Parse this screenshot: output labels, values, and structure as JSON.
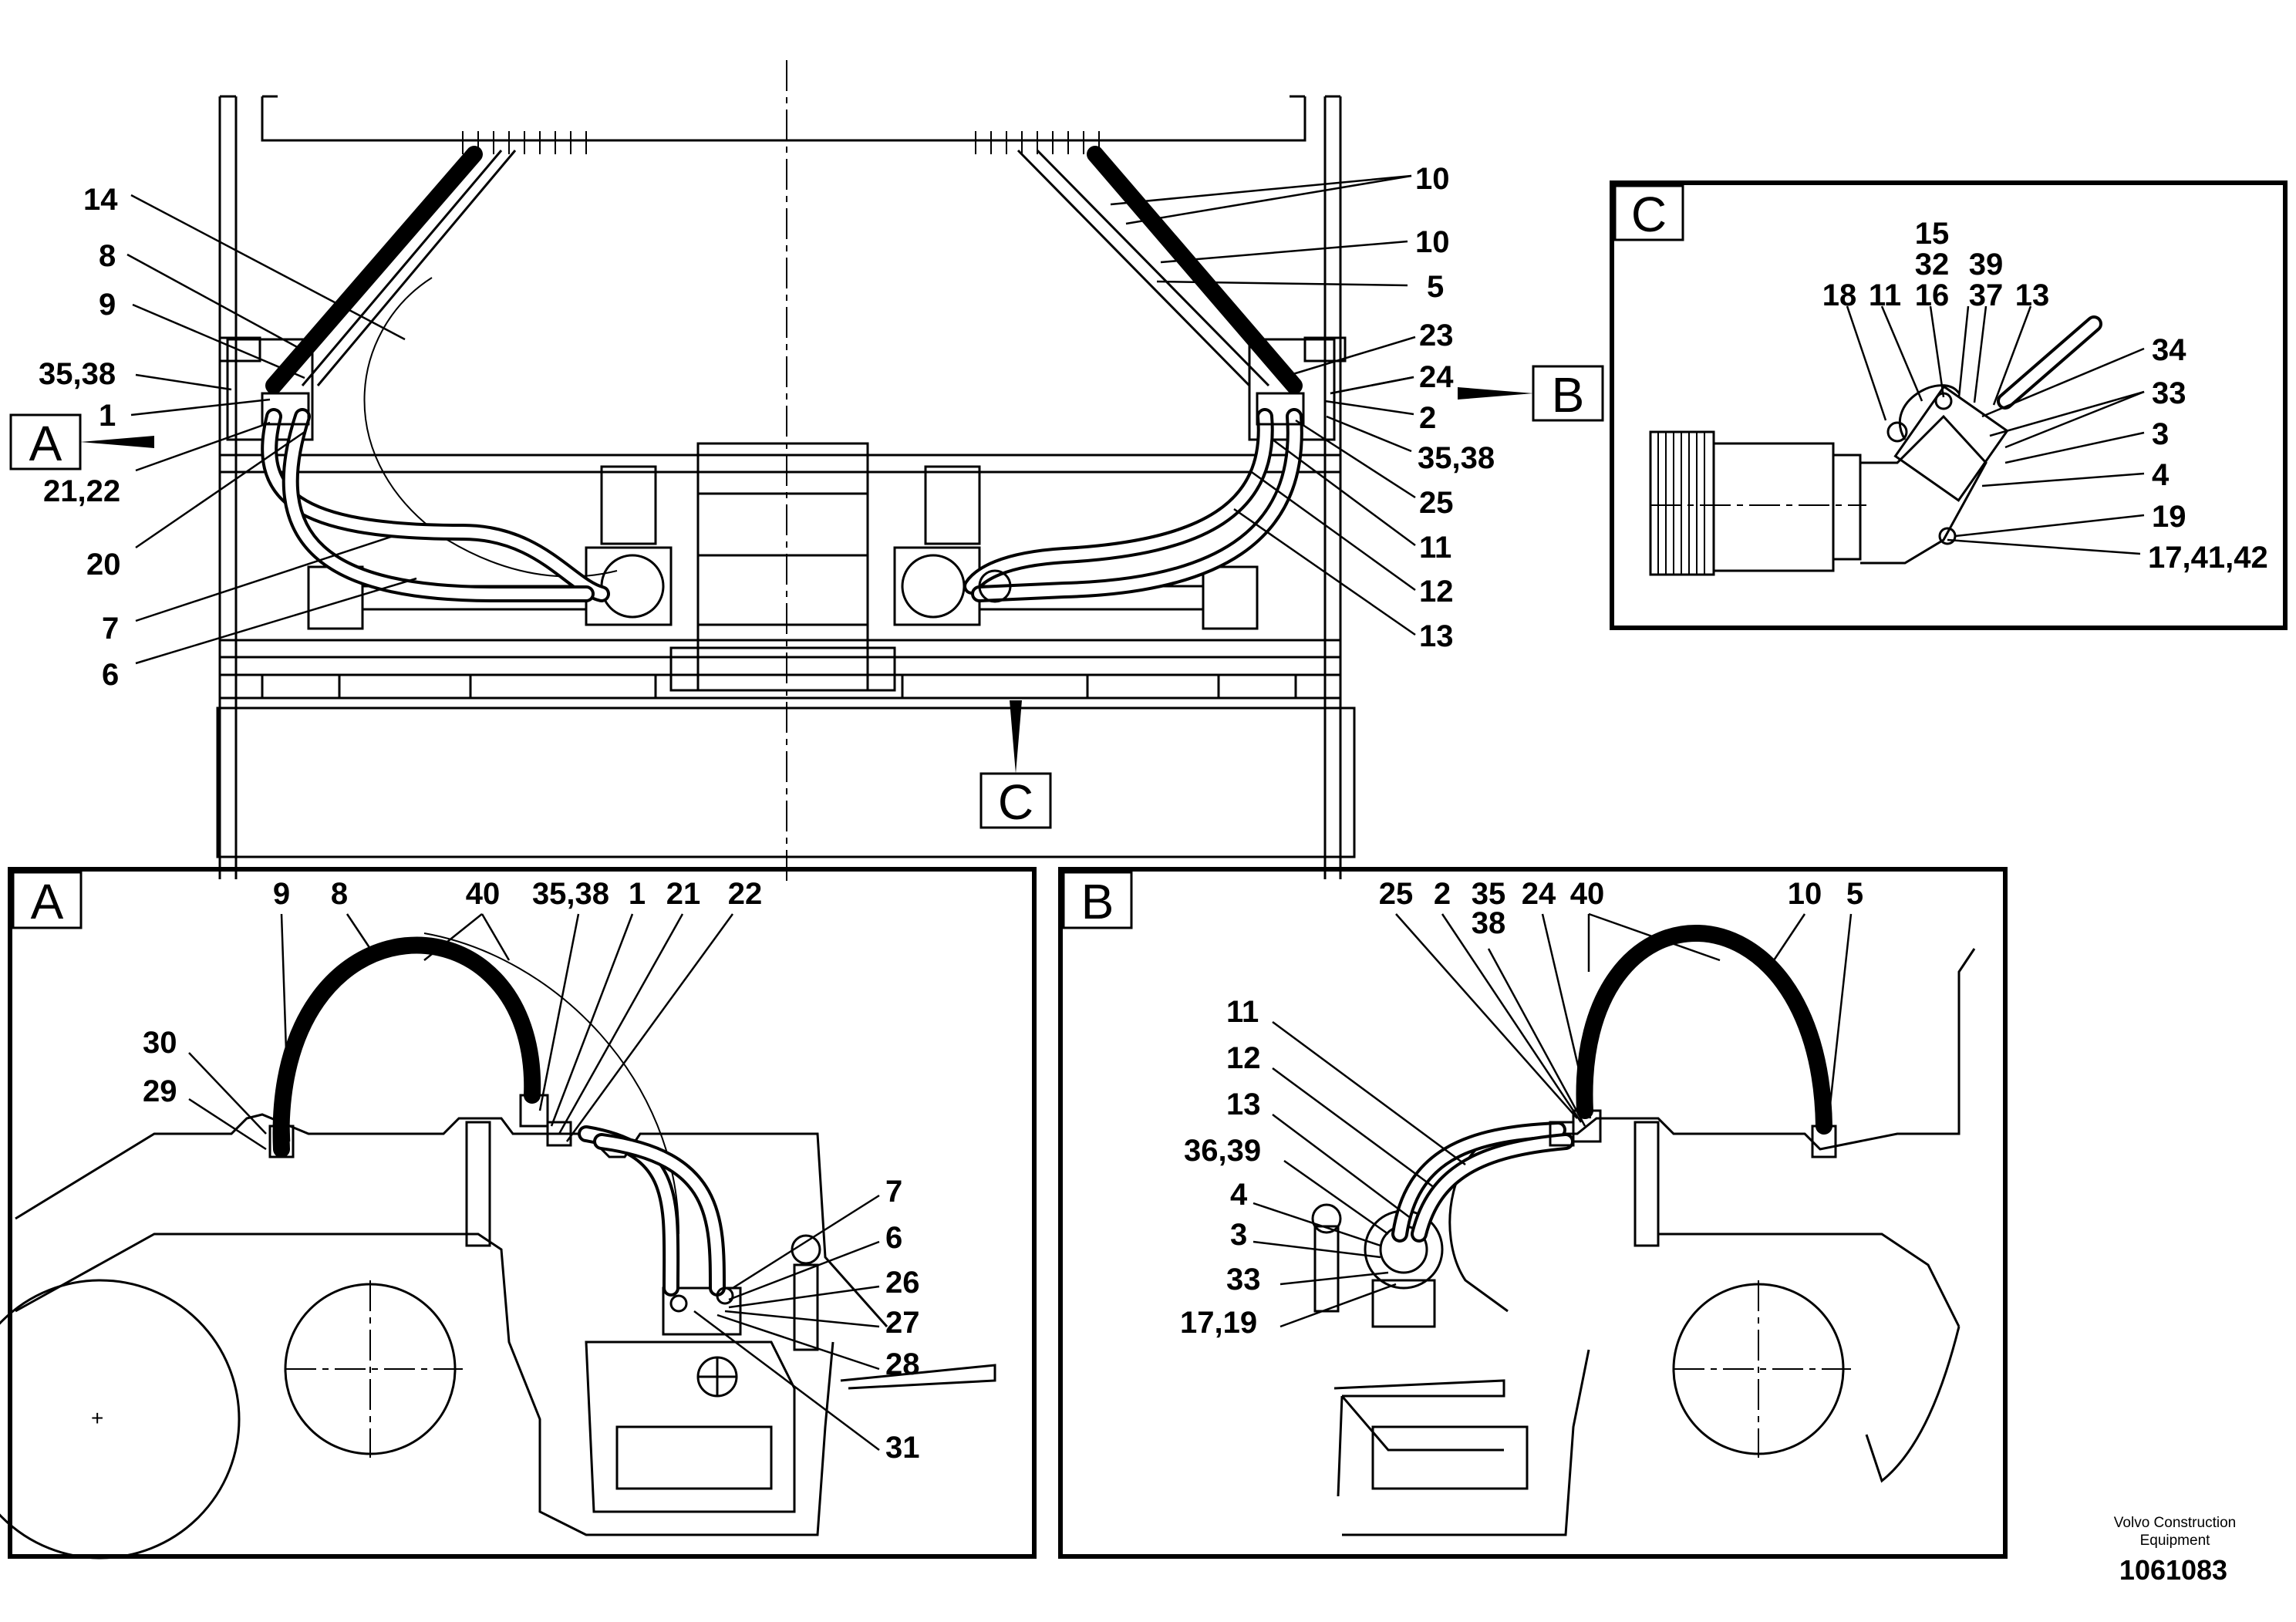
{
  "views": {
    "main": {
      "callouts": [
        "A",
        "B",
        "C"
      ]
    },
    "detail_a": {
      "title": "A",
      "labels": [
        "9",
        "8",
        "40",
        "35,38",
        "1",
        "21",
        "22",
        "30",
        "29",
        "7",
        "6",
        "26",
        "27",
        "28",
        "31"
      ]
    },
    "detail_b": {
      "title": "B",
      "labels": [
        "25",
        "2",
        "35",
        "38",
        "24",
        "40",
        "10",
        "5",
        "11",
        "12",
        "13",
        "36,39",
        "4",
        "3",
        "33",
        "17,19"
      ]
    },
    "detail_c": {
      "title": "C",
      "labels": [
        "15",
        "32",
        "39",
        "16",
        "37",
        "18",
        "11",
        "13",
        "34",
        "33",
        "3",
        "4",
        "19",
        "17,41,42"
      ]
    }
  },
  "main_labels": {
    "left": [
      "14",
      "8",
      "9",
      "35,38",
      "1",
      "21,22",
      "20",
      "7",
      "6"
    ],
    "right": [
      "10",
      "10",
      "5",
      "23",
      "24",
      "2",
      "35,38",
      "25",
      "11",
      "12",
      "13"
    ]
  },
  "footer": {
    "brand_line1": "Volvo Construction",
    "brand_line2": "Equipment",
    "doc_number": "1061083"
  }
}
